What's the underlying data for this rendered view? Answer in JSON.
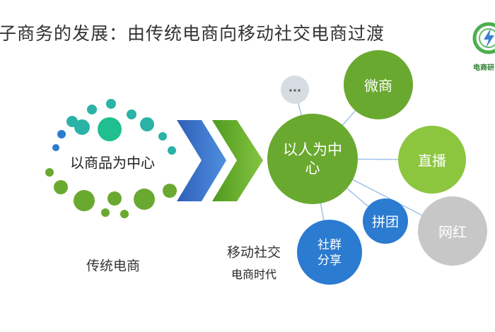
{
  "title": "子商务的发展：由传统电商向移动社交电商过渡",
  "logo": {
    "text": "电商研"
  },
  "left": {
    "center_label": "以商品为中心",
    "caption": "传统电商"
  },
  "right": {
    "caption_main": "移动社交",
    "caption_sub": "电商时代",
    "hub_line1": "以人为中",
    "hub_line2": "心",
    "nodes": {
      "more": "...",
      "weishang": "微商",
      "zhibo": "直播",
      "pintuan": "拼团",
      "wanghong": "网红",
      "shequn_line1": "社群",
      "shequn_line2": "分享"
    }
  },
  "colors": {
    "green": "#6aa92f",
    "light_green": "#8cc63f",
    "blue": "#2b7bd0",
    "gray": "#c7c7c7",
    "teal": "#2ab3a6",
    "chevron_blue": "#3a6fc4",
    "chevron_green": "#6aaf2c"
  }
}
